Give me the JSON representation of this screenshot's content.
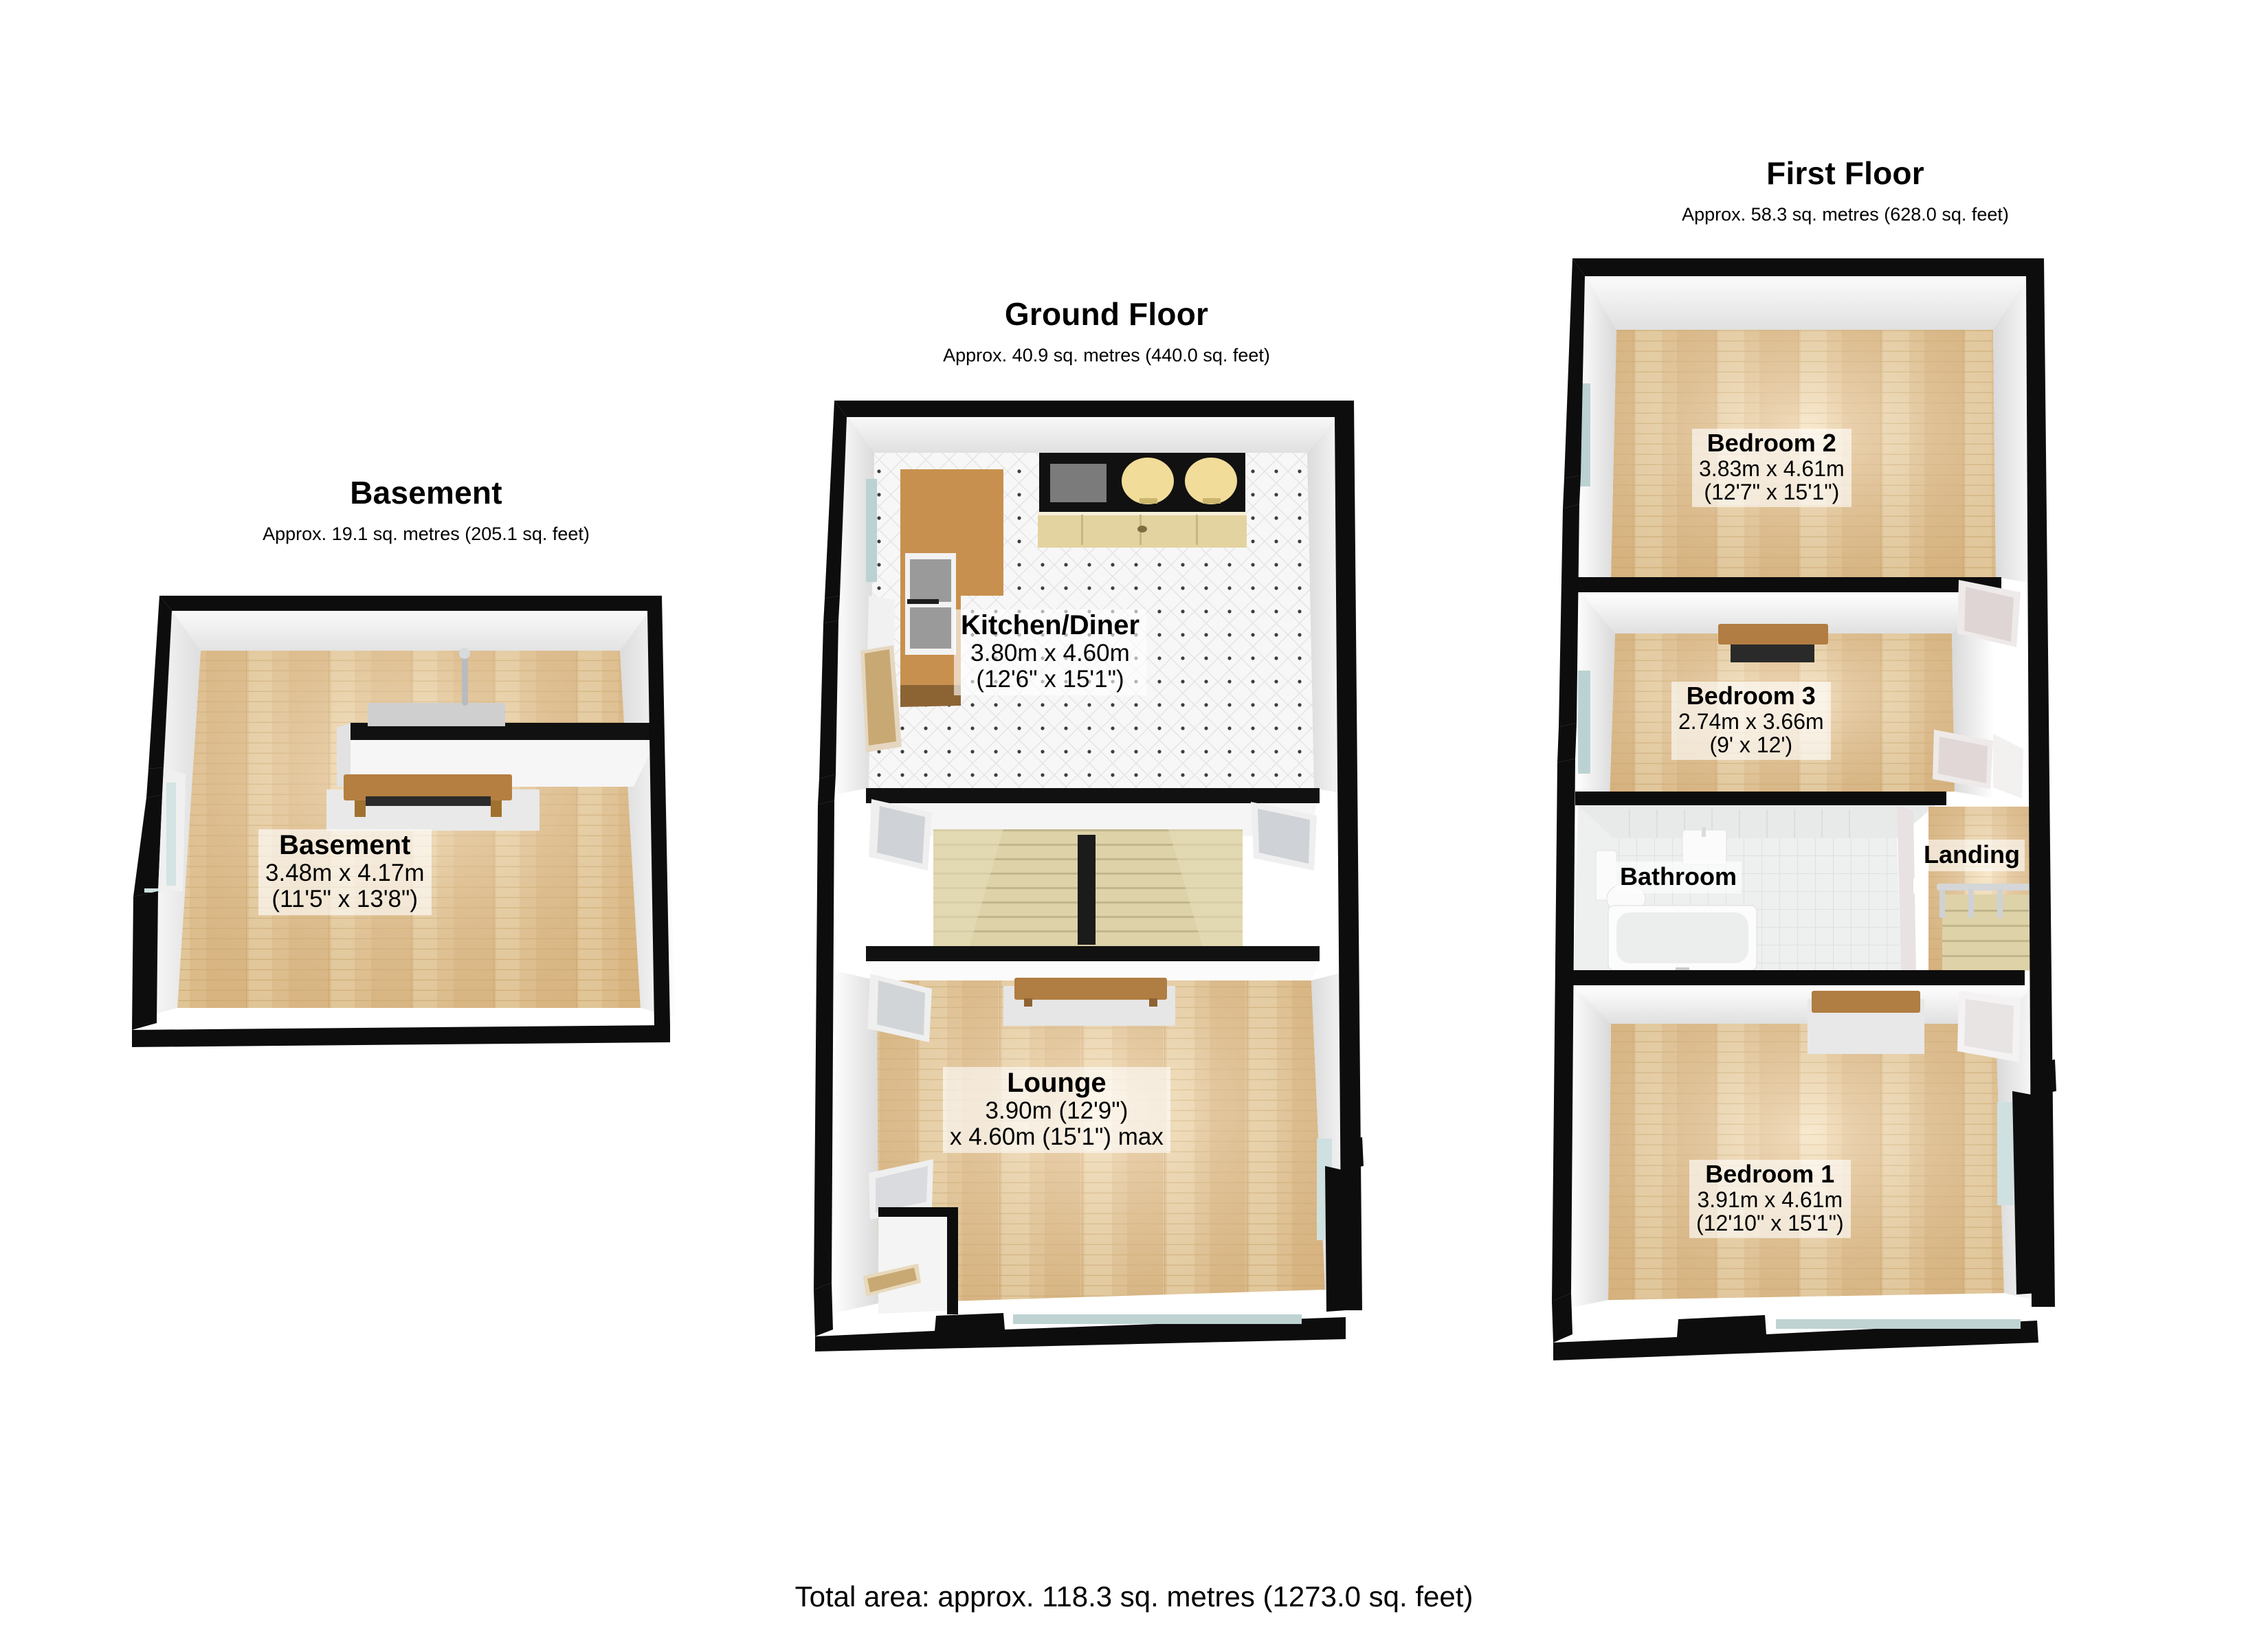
{
  "document": {
    "type": "floor-plan",
    "total_area_text": "Total area: approx. 118.3 sq. metres (1273.0 sq. feet)"
  },
  "floors": [
    {
      "id": "basement",
      "title": "Basement",
      "area_text": "Approx. 19.1 sq. metres (205.1 sq. feet)",
      "rooms": [
        {
          "id": "basement-room",
          "name": "Basement",
          "dim_metric": "3.48m x 4.17m",
          "dim_imperial": "(11'5\" x 13'8\")"
        }
      ]
    },
    {
      "id": "ground-floor",
      "title": "Ground Floor",
      "area_text": "Approx. 40.9 sq. metres (440.0 sq. feet)",
      "rooms": [
        {
          "id": "kitchen-diner",
          "name": "Kitchen/Diner",
          "dim_metric": "3.80m x 4.60m",
          "dim_imperial": "(12'6\" x 15'1\")"
        },
        {
          "id": "lounge",
          "name": "Lounge",
          "dim_metric": "3.90m (12'9\")",
          "dim_imperial": "x 4.60m (15'1\") max"
        }
      ]
    },
    {
      "id": "first-floor",
      "title": "First Floor",
      "area_text": "Approx. 58.3 sq. metres (628.0 sq. feet)",
      "rooms": [
        {
          "id": "bedroom-2",
          "name": "Bedroom 2",
          "dim_metric": "3.83m x 4.61m",
          "dim_imperial": "(12'7\" x 15'1\")"
        },
        {
          "id": "bedroom-3",
          "name": "Bedroom 3",
          "dim_metric": "2.74m x 3.66m",
          "dim_imperial": "(9' x 12')"
        },
        {
          "id": "bathroom",
          "name": "Bathroom",
          "dim_metric": "",
          "dim_imperial": ""
        },
        {
          "id": "landing",
          "name": "Landing",
          "dim_metric": "",
          "dim_imperial": ""
        },
        {
          "id": "bedroom-1",
          "name": "Bedroom 1",
          "dim_metric": "3.91m x 4.61m",
          "dim_imperial": "(12'10\" x 15'1\")"
        }
      ]
    }
  ],
  "colors": {
    "wall_outline": "#0d0d0d",
    "wall_inner": "#f2f2f2",
    "wall_shade": "#d9d9d9",
    "floor_wood_light": "#f0d7ab",
    "floor_wood_mid": "#e0bd87",
    "floor_wood_dark": "#c9a169",
    "tile_floor": "#f4f4f4",
    "tile_dot": "#3a3a3a",
    "cabinet_wood": "#c8904e",
    "cabinet_light": "#e8d9a8",
    "stair_tread": "#ddd2a8",
    "glass": "#cfe0e0",
    "background": "#ffffff",
    "text": "#000000"
  }
}
